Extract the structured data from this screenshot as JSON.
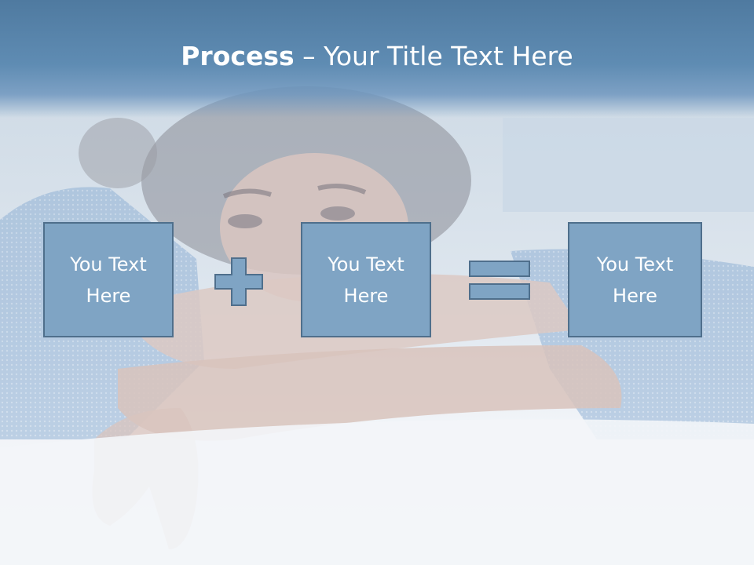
{
  "title": {
    "bold": "Process",
    "rest": " – Your Title Text Here"
  },
  "steps": [
    {
      "text": "You Text Here"
    },
    {
      "text": "You Text Here"
    },
    {
      "text": "You Text Here"
    }
  ],
  "operators": [
    "plus-icon",
    "equals-icon"
  ],
  "colors": {
    "box_fill": "#7fa4c4",
    "box_border": "#4f6f8c",
    "title_band": "#5f8cb3",
    "title_text": "#ffffff"
  }
}
